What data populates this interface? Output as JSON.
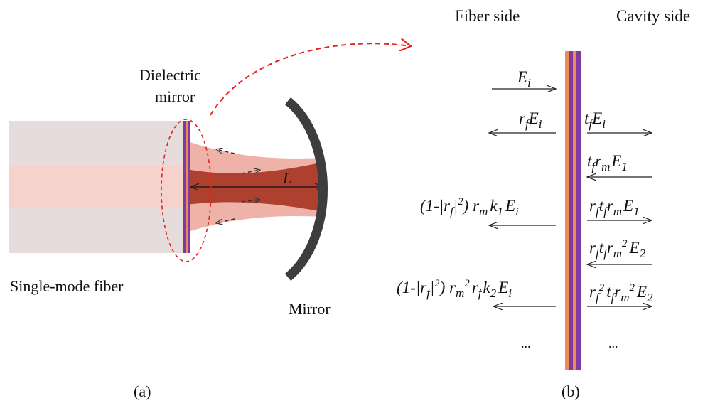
{
  "panel_a": {
    "label": "(a)",
    "dielectric_label_line1": "Dielectric",
    "dielectric_label_line2": "mirror",
    "fiber_label": "Single-mode fiber",
    "mirror_label": "Mirror",
    "cavity_length_label": "L"
  },
  "panel_b": {
    "label": "(b)",
    "fiber_side": "Fiber side",
    "cavity_side": "Cavity side",
    "ellipsis_left": "...",
    "ellipsis_right": "..."
  },
  "colors": {
    "fiber_cladding": "#e7dcdc",
    "fiber_core": "#f6d2cd",
    "beam_outer": "#eca49a",
    "beam_inner": "#ae4030",
    "curved_mirror": "#3d3d3d",
    "coating_orange": "#ee8a55",
    "coating_purple": "#7f3aa1",
    "dashed_red": "#e8221c"
  }
}
